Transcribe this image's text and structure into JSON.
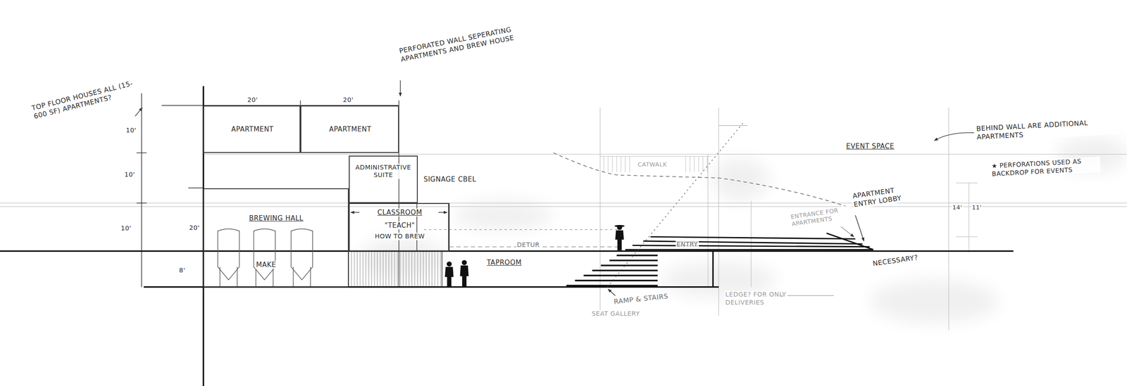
{
  "diagram": {
    "nodes": [
      {
        "text": [
          "APARTMENT"
        ]
      },
      {
        "text": [
          "APARTMENT"
        ]
      },
      {
        "text": [
          "ADMINISTRATIVE SUITE"
        ]
      },
      {
        "text": [
          "CLASSROOM",
          "\"TEACH\"",
          "HOW TO BREW"
        ]
      },
      {
        "text": [
          "BREWING HALL",
          "MAKE"
        ]
      }
    ],
    "labels": [
      "TOP FLOOR HOUSES ALL (15-600 SF) APARTMENTS?",
      "PERFORATED WALL SEPERATING APARTMENTS AND BREW HOUSE",
      "20'",
      "20'",
      "10'",
      "10'",
      "10'",
      "20'",
      "8'",
      "SIGNAGE",
      "CBEL",
      "DETUR",
      "TAPROOM",
      "RAMP & STAIRS",
      "SEAT GALLERY",
      "LEDGE? FOR ONLY DELIVERIES",
      "CATWALK",
      "EVENT SPACE",
      "BEHIND WALL ARE ADDITIONAL APARTMENTS",
      "★ PERFORATIONS USED AS BACKDROP FOR EVENTS",
      "APARTMENT ENTRY LOBBY",
      "ENTRANCE FOR APARTMENTS",
      "ENTRY",
      "NECESSARY?",
      "14'",
      "11'"
    ]
  }
}
